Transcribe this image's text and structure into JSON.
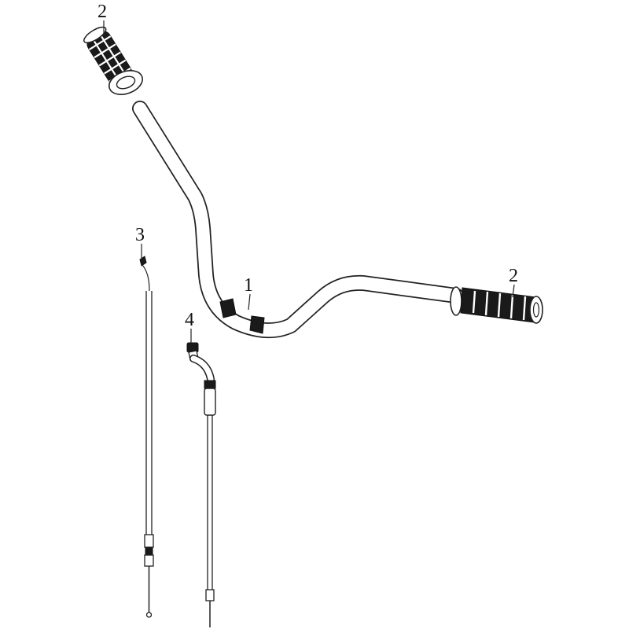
{
  "callouts": {
    "handlebar": "1",
    "grip_left": "2",
    "grip_right": "2",
    "cable_left": "3",
    "cable_right": "4"
  },
  "colors": {
    "outline": "#222222",
    "rubber": "#1a1a1a",
    "background": "#ffffff"
  }
}
